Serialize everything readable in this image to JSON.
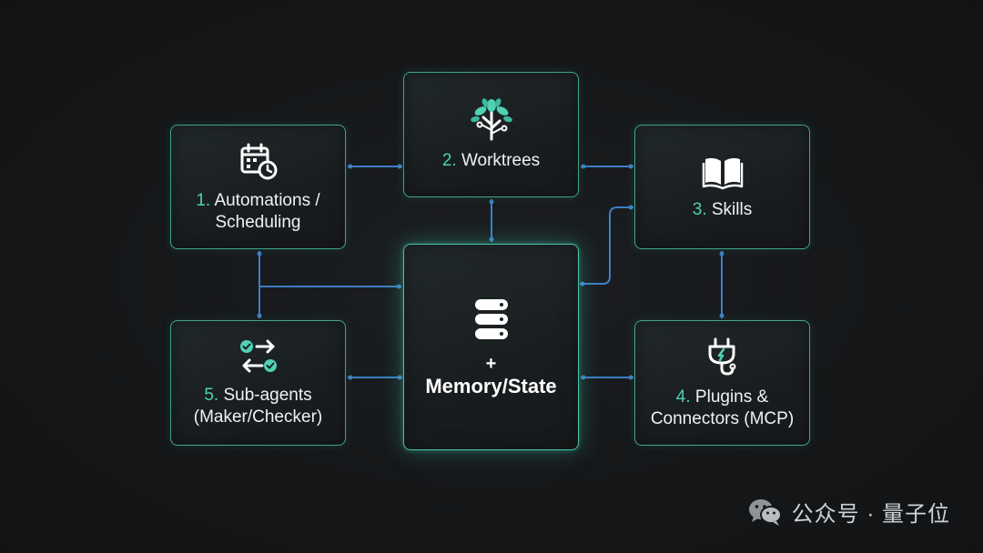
{
  "nodes": {
    "automations": {
      "number": "1.",
      "line1": " Automations /",
      "line2": "Scheduling",
      "icon": "calendar-clock-icon"
    },
    "worktrees": {
      "number": "2.",
      "text": " Worktrees",
      "icon": "tree-circuit-icon"
    },
    "skills": {
      "number": "3.",
      "text": " Skills",
      "icon": "open-book-icon"
    },
    "plugins": {
      "number": "4.",
      "line1": " Plugins &",
      "line2": "Connectors (MCP)",
      "icon": "plug-icon"
    },
    "subagents": {
      "number": "5.",
      "line1": " Sub-agents",
      "line2": "(Maker/Checker)",
      "icon": "swap-arrows-check-icon"
    },
    "memory": {
      "plus": "+",
      "text": "Memory/State",
      "icon": "database-icon"
    }
  },
  "watermark": {
    "text": "公众号 · 量子位",
    "icon": "wechat-icon"
  },
  "colors": {
    "accent": "#4fd1b5",
    "border": "#3fa48e",
    "connector": "#3d7fc4",
    "background": "#151719"
  }
}
